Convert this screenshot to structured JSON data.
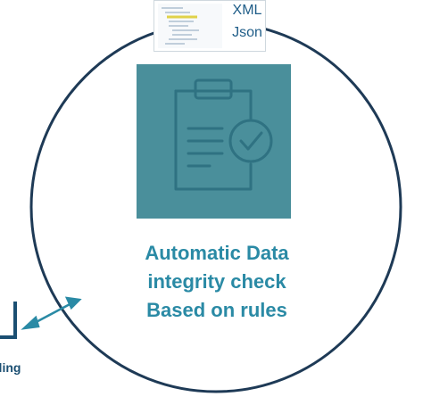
{
  "file_card": {
    "formats": [
      "XML",
      "Json"
    ]
  },
  "main_label": {
    "lines": [
      "Automatic Data",
      "integrity check",
      "Based on rules"
    ]
  },
  "left_fragment": {
    "text": "dling"
  },
  "colors": {
    "circle_stroke": "#1e3a56",
    "tile_background": "#4a8f9b",
    "tile_icon": "#2f7282",
    "main_text": "#2a8aa5",
    "file_text": "#1f5d88",
    "arrow": "#2a8aa5",
    "bracket": "#1b4f72"
  },
  "icons": {
    "tile": "clipboard-check-icon",
    "connector": "double-arrow-icon"
  }
}
